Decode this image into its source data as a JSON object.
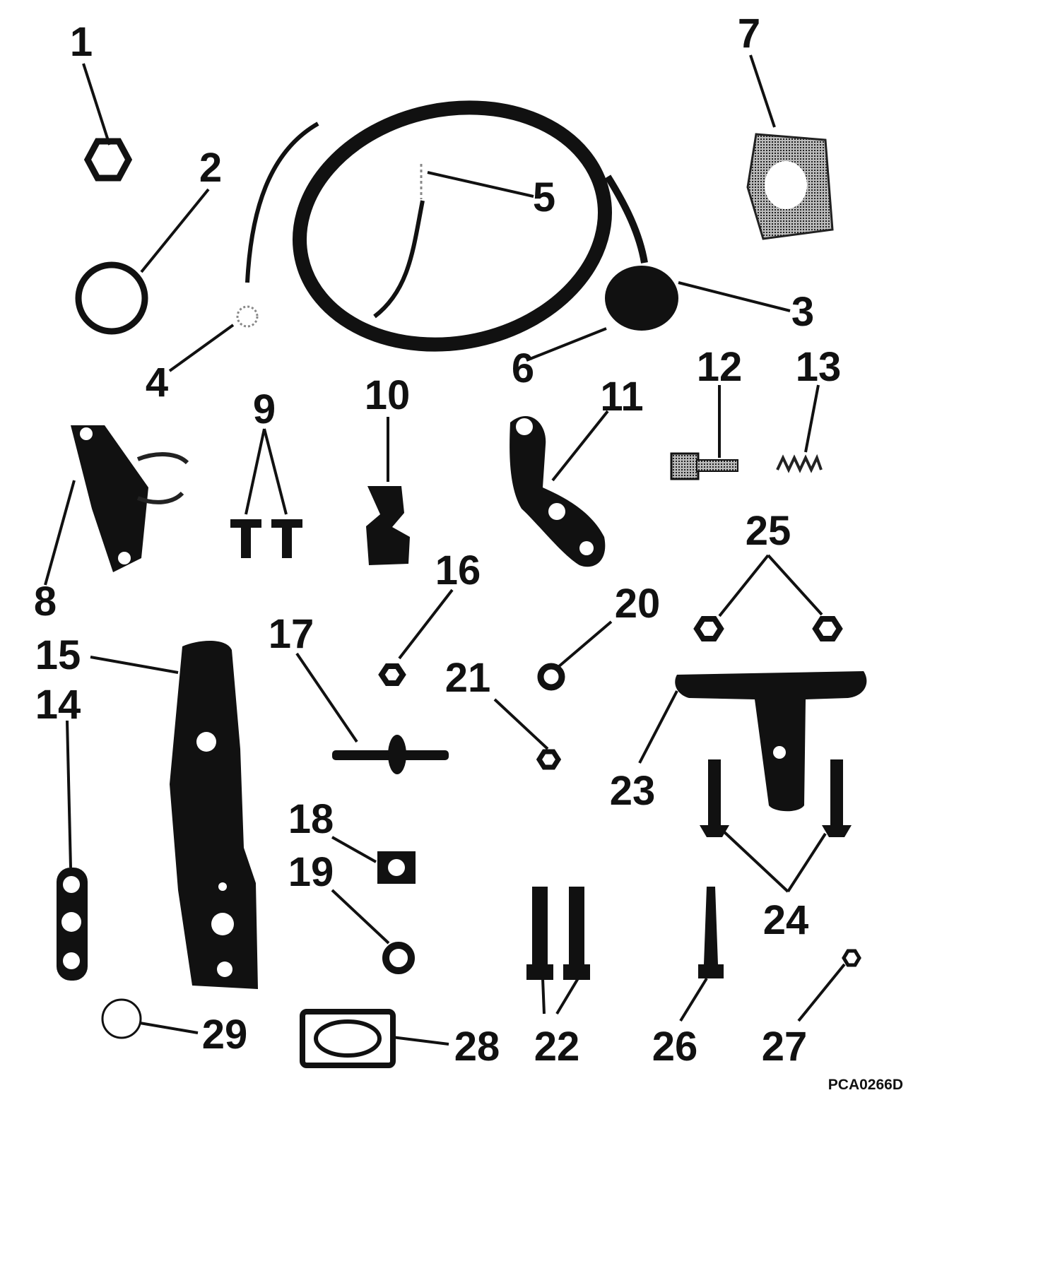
{
  "labels": {
    "n1": "1",
    "n2": "2",
    "n3": "3",
    "n4": "4",
    "n5": "5",
    "n6": "6",
    "n7": "7",
    "n8": "8",
    "n9": "9",
    "n10": "10",
    "n11": "11",
    "n12": "12",
    "n13": "13",
    "n14": "14",
    "n15": "15",
    "n16": "16",
    "n17": "17",
    "n18": "18",
    "n19": "19",
    "n20": "20",
    "n21": "21",
    "n22": "22",
    "n23": "23",
    "n24": "24",
    "n25": "25",
    "n26": "26",
    "n27": "27",
    "n28": "28",
    "n29": "29"
  },
  "figure_code": "PCA0266D"
}
